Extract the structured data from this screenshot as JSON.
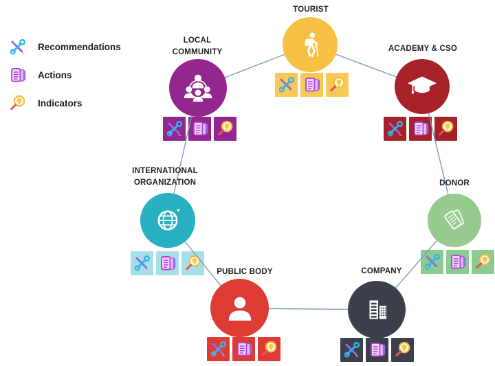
{
  "legend": {
    "items": [
      {
        "icon": "recommendations-icon",
        "label": "Recommendations"
      },
      {
        "icon": "actions-icon",
        "label": "Actions"
      },
      {
        "icon": "indicators-icon",
        "label": "Indicators"
      }
    ]
  },
  "diagram": {
    "nodes": [
      {
        "id": "tourist",
        "label": "TOURIST",
        "icon": "hiker-icon",
        "circle_color": "#F5C044",
        "badge_color": "#F8C957"
      },
      {
        "id": "academy-cso",
        "label": "ACADEMY & CSO",
        "icon": "graduation-cap-icon",
        "circle_color": "#A72128",
        "badge_color": "#A72128"
      },
      {
        "id": "donor",
        "label": "DONOR",
        "icon": "tickets-icon",
        "circle_color": "#97CA8E",
        "badge_color": "#8CCB90"
      },
      {
        "id": "company",
        "label": "COMPANY",
        "icon": "buildings-icon",
        "circle_color": "#3B404B",
        "badge_color": "#3B404B"
      },
      {
        "id": "public-body",
        "label": "PUBLIC BODY",
        "icon": "person-icon",
        "circle_color": "#DD3B34",
        "badge_color": "#DD3B34"
      },
      {
        "id": "international-organization",
        "label": "INTERNATIONAL ORGANIZATION",
        "icon": "globe-icon",
        "circle_color": "#28B0C3",
        "badge_color": "#A8DEE8"
      },
      {
        "id": "local-community",
        "label": "LOCAL COMMUNITY",
        "icon": "community-icon",
        "circle_color": "#93278F",
        "badge_color": "#93278F"
      }
    ],
    "badges_per_node": [
      "recommendations-icon",
      "actions-icon",
      "indicators-icon"
    ],
    "connections": [
      [
        "local-community",
        "tourist"
      ],
      [
        "tourist",
        "academy-cso"
      ],
      [
        "academy-cso",
        "donor"
      ],
      [
        "donor",
        "company"
      ],
      [
        "company",
        "public-body"
      ],
      [
        "public-body",
        "international-organization"
      ],
      [
        "international-organization",
        "local-community"
      ]
    ],
    "line_color": "#7E9BBE",
    "text_color": "#1F1F1F"
  }
}
